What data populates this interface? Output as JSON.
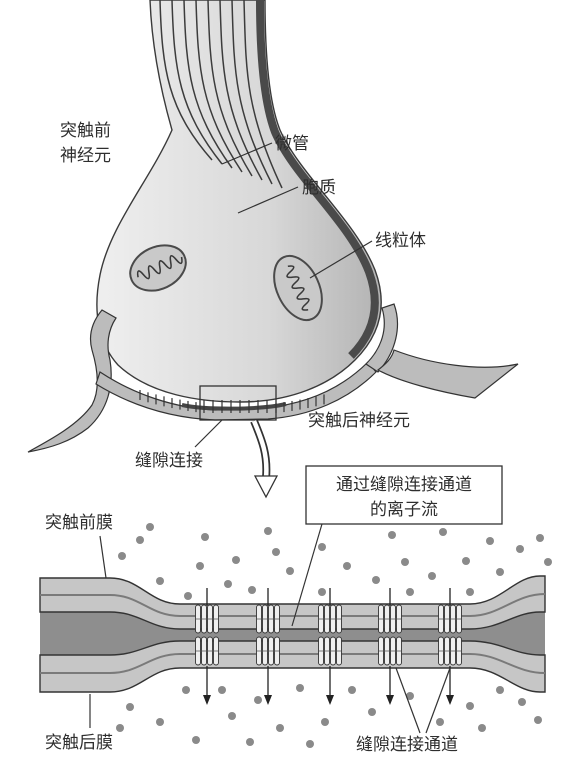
{
  "labels": {
    "presynaptic_neuron": [
      "突触前",
      "神经元"
    ],
    "microtubule": "微管",
    "cytoplasm": "胞质",
    "mitochondrion": "线粒体",
    "postsynaptic_neuron": "突触后神经元",
    "gap_junction": "缝隙连接",
    "ion_flow": [
      "通过缝隙连接通道",
      "的离子流"
    ],
    "presynaptic_membrane": "突触前膜",
    "postsynaptic_membrane": "突触后膜",
    "gap_junction_channel": "缝隙连接通道"
  },
  "colors": {
    "background": "#ffffff",
    "postsynaptic": "#bcbcbc",
    "membrane": "#c6c6c6",
    "extracellular": "#8e8e8e",
    "mitochondrion": "#c9c9c9",
    "ion": "#8a8a8a",
    "line": "#333333"
  }
}
